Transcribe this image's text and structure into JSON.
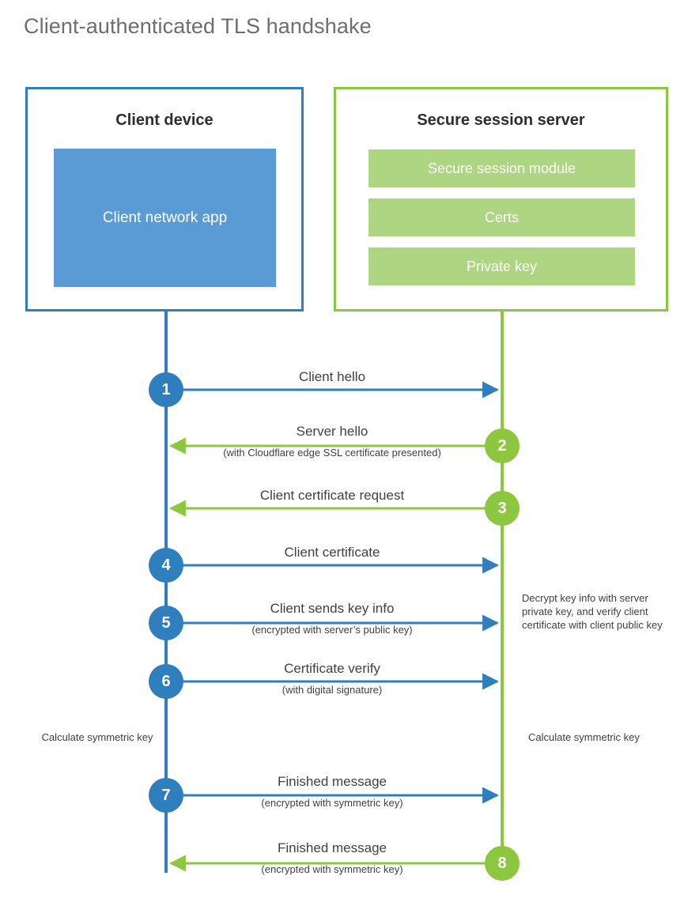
{
  "title": "Client-authenticated TLS handshake",
  "colors": {
    "client_blue": "#2f7ebd",
    "client_app_blue": "#5b9bd5",
    "server_green": "#8dc63f",
    "server_block_green": "#aed581",
    "title_gray": "#6d6e71",
    "text_dark": "#414042"
  },
  "client": {
    "title": "Client device",
    "app_label": "Client network app"
  },
  "server": {
    "title": "Secure session server",
    "blocks": [
      "Secure session module",
      "Certs",
      "Private key"
    ]
  },
  "steps": [
    {
      "number": "1",
      "from": "client",
      "direction": "right",
      "primary": "Client hello",
      "secondary": ""
    },
    {
      "number": "2",
      "from": "server",
      "direction": "left",
      "primary": "Server hello",
      "secondary": "(with Cloudflare edge SSL certificate presented)"
    },
    {
      "number": "3",
      "from": "server",
      "direction": "left",
      "primary": "Client certificate request",
      "secondary": ""
    },
    {
      "number": "4",
      "from": "client",
      "direction": "right",
      "primary": "Client certificate",
      "secondary": ""
    },
    {
      "number": "5",
      "from": "client",
      "direction": "right",
      "primary": "Client sends key info",
      "secondary": "(encrypted with server’s public key)"
    },
    {
      "number": "6",
      "from": "client",
      "direction": "right",
      "primary": "Certificate verify",
      "secondary": "(with digital signature)"
    },
    {
      "number": "7",
      "from": "client",
      "direction": "right",
      "primary": "Finished message",
      "secondary": "(encrypted with symmetric key)"
    },
    {
      "number": "8",
      "from": "server",
      "direction": "left",
      "primary": "Finished message",
      "secondary": "(encrypted with symmetric key)"
    }
  ],
  "notes": {
    "decrypt": "Decrypt key info with server private key, and verify client certificate with client public key",
    "client_symmetric": "Calculate symmetric key",
    "server_symmetric": "Calculate symmetric key"
  }
}
